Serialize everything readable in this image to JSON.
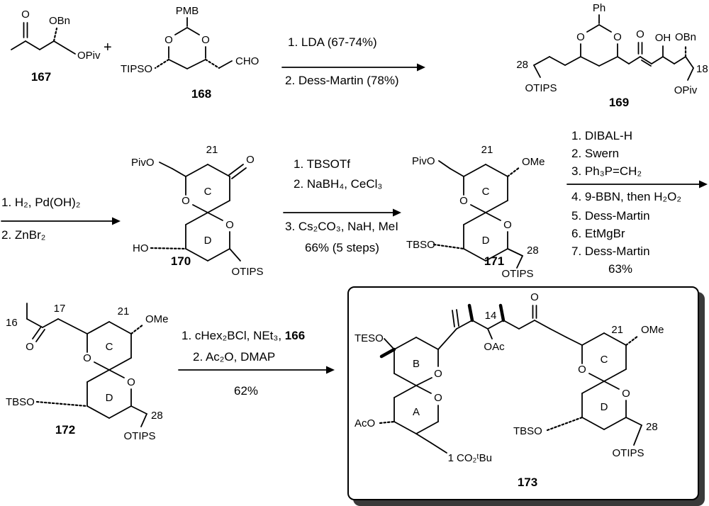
{
  "compounds": {
    "c167": {
      "number": "167",
      "ketone_o": "O",
      "obn": "OBn",
      "opiv": "OPiv"
    },
    "c168": {
      "number": "168",
      "pmb": "PMB",
      "ring_o_left": "O",
      "ring_o_right": "O",
      "tipso": "TIPSO",
      "cho": "CHO"
    },
    "c169": {
      "number": "169",
      "ph": "Ph",
      "ring_o_left": "O",
      "ring_o_right": "O",
      "c28": "28",
      "otips": "OTIPS",
      "ketone_o": "O",
      "oh": "OH",
      "obn": "OBn",
      "c18": "18",
      "opiv": "OPiv"
    },
    "c170": {
      "number": "170",
      "pivo": "PivO",
      "c21": "21",
      "ketone_o": "O",
      "ring_c": "C",
      "ring_o_c": "O",
      "ring_o_d": "O",
      "ho": "HO",
      "ring_d": "D",
      "otips": "OTIPS"
    },
    "c171": {
      "number": "171",
      "pivo": "PivO",
      "c21": "21",
      "ome": "OMe",
      "ring_c": "C",
      "ring_o_c": "O",
      "ring_o_d": "O",
      "tbso": "TBSO",
      "ring_d": "D",
      "c28": "28",
      "otips": "OTIPS"
    },
    "c172": {
      "number": "172",
      "c16": "16",
      "c17": "17",
      "ketone_o": "O",
      "c21": "21",
      "ome": "OMe",
      "ring_c": "C",
      "ring_o_c": "O",
      "ring_o_d": "O",
      "tbso": "TBSO",
      "ring_d": "D",
      "c28": "28",
      "otips": "OTIPS"
    },
    "c173": {
      "number": "173",
      "teso": "TESO",
      "ring_b": "B",
      "ring_o_b": "O",
      "ring_o_a": "O",
      "ring_a": "A",
      "aco": "AcO",
      "c1": "1",
      "ester": "CO₂ᵗBu",
      "c14": "14",
      "oac": "OAc",
      "ketone_o": "O",
      "c21": "21",
      "ome": "OMe",
      "ring_c": "C",
      "ring_o_c": "O",
      "ring_o_d": "O",
      "tbso": "TBSO",
      "ring_d": "D",
      "c28": "28",
      "otips": "OTIPS"
    }
  },
  "reactions": {
    "plus": "+",
    "r1": {
      "above": "1. LDA (67-74%)",
      "below": "2. Dess-Martin (78%)"
    },
    "r2": {
      "line1": "1. H₂, Pd(OH)₂",
      "line2": "2. ZnBr₂"
    },
    "r3": {
      "above1": "1. TBSOTf",
      "above2": "2. NaBH₄, CeCl₃",
      "below1": "3. Cs₂CO₃, NaH, MeI",
      "below2": "66% (5 steps)"
    },
    "r4": {
      "line1": "1. DIBAL-H",
      "line2": "2. Swern",
      "line3": "3. Ph₃P=CH₂",
      "line4": "4. 9-BBN, then H₂O₂",
      "line5": "5. Dess-Martin",
      "line6": "6. EtMgBr",
      "line7": "7. Dess-Martin",
      "yield": "63%"
    },
    "r5": {
      "line1_pre": "1. cHex₂BCl, NEt₃, ",
      "line1_cmpd": "166",
      "line2": "2. Ac₂O, DMAP",
      "yield": "62%"
    }
  }
}
